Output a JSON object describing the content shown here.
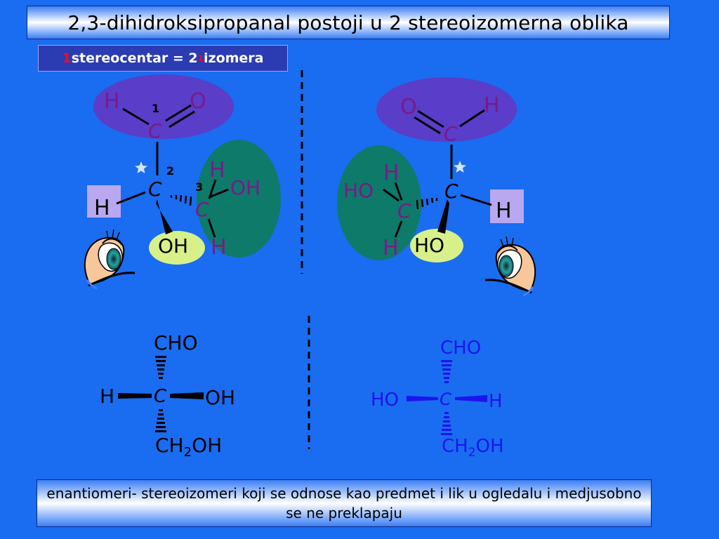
{
  "title": "2,3-dihidroksipropanal postoji u 2 stereoizomerna oblika",
  "subtitle": {
    "count": "1",
    "text_a": " stereocentar = 2",
    "exponent": "1",
    "text_b": " izomera"
  },
  "left_molecule": {
    "atom_h_top": "H",
    "atom_o_top": "O",
    "label_1": "1",
    "atom_c1": "C",
    "label_2": "2",
    "atom_c2": "C",
    "label_3": "3",
    "atom_h_side": "H",
    "atom_c3": "C",
    "atom_h_c3_top": "H",
    "group_oh_c3": "OH",
    "atom_h_c3_bottom": "H",
    "group_oh_c2": "OH"
  },
  "right_molecule": {
    "atom_o_top": "O",
    "atom_h_top": "H",
    "atom_c1": "C",
    "atom_c2": "C",
    "atom_h_side": "H",
    "atom_c3": "C",
    "atom_h_c3_top": "H",
    "group_ho_c3": "HO",
    "atom_h_c3_bottom": "H",
    "group_ho_c2": "HO"
  },
  "left_fischer": {
    "top": "CHO",
    "left": "H",
    "center": "C",
    "right": "OH",
    "bottom_a": "CH",
    "bottom_sub": "2",
    "bottom_b": "OH"
  },
  "right_fischer": {
    "top": "CHO",
    "left": "HO",
    "center": "C",
    "right": "H",
    "bottom_a": "CH",
    "bottom_sub": "2",
    "bottom_b": "OH"
  },
  "footer_text": "enantiomeri- stereoizomeri koji se odnose kao predmet i lik u ogledalu i medjusobno se ne preklapaju",
  "colors": {
    "background": "#1a6cf0",
    "atom_purple": "#7a1a8a",
    "aldehyde_highlight": "#5a3dc8",
    "hydroxymethyl_highlight": "#0e7a6a",
    "oh_highlight": "#d8f08a",
    "h_box": "#b9a8f0",
    "right_fischer_blue": "#1c14f0",
    "subtitle_red": "#e4102f"
  },
  "icons": [
    "star-icon",
    "eye-icon"
  ]
}
